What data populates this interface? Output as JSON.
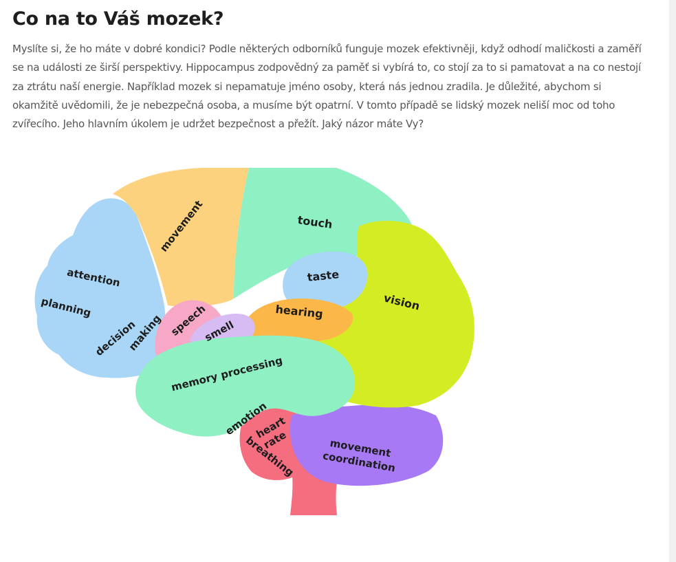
{
  "article": {
    "title": "Co na to Váš mozek?",
    "body": "Myslíte si, že ho máte v dobré kondici? Podle některých odborníků funguje mozek efektivněji, když odhodí maličkosti a zaměří se na události ze širší perspektivy. Hippocampus zodpovědný za paměť si vybírá to, co stojí za to si pamatovat a na co nestojí za ztrátu naší energie. Například mozek si nepamatuje jméno osoby, která nás jednou zradila. Je důležité, abychom si okamžitě uvědomili, že je nebezpečná osoba, a musíme být opatrní. V tomto případě se lidský mozek neliší moc od toho zvířecího. Jeho hlavním úkolem je udržet bezpečnost a přežít. Jaký názor máte Vy?"
  },
  "brain": {
    "labels": {
      "movement": "movement",
      "touch": "touch",
      "attention": "attention",
      "planning": "planning",
      "decision": "decision",
      "making": "making",
      "speech": "speech",
      "smell": "smell",
      "taste": "taste",
      "hearing": "hearing",
      "vision": "vision",
      "memory_processing": "memory processing",
      "emotion": "emotion",
      "heart": "heart",
      "rate": "rate",
      "breathing": "breathing",
      "movement_coordination_1": "movement",
      "movement_coordination_2": "coordination"
    },
    "colors": {
      "frontal_blue": "#a9d6f7",
      "motor_orange": "#fdd27e",
      "sensory_green": "#8ff0c4",
      "taste_blue": "#a9d6f7",
      "vision_yellow": "#d4ec23",
      "hearing_orange": "#fbb747",
      "speech_pink": "#f7a8c6",
      "smell_purple": "#d7bcf4",
      "temporal_green": "#8ff0c4",
      "brainstem_red": "#f56e80",
      "cerebellum_purple": "#a879f4"
    }
  }
}
